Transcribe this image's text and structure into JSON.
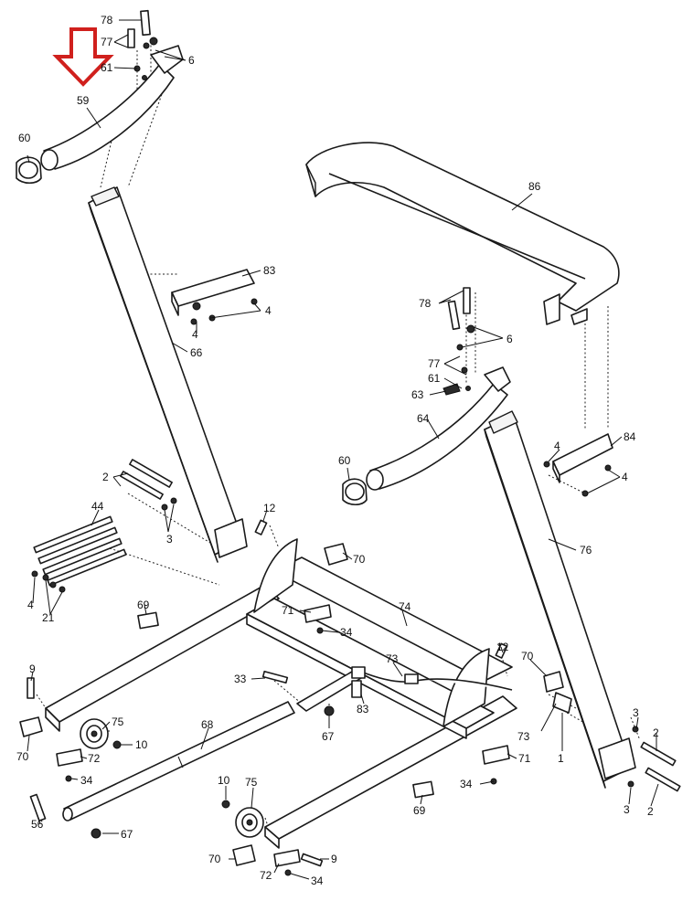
{
  "callouts": {
    "c78a": "78",
    "c77a": "77",
    "c61a": "61",
    "c6a": "6",
    "c59": "59",
    "c60a": "60",
    "c86": "86",
    "c83a": "83",
    "c4a": "4",
    "c4b": "4",
    "c66": "66",
    "c78b": "78",
    "c6b": "6",
    "c77b": "77",
    "c61b": "61",
    "c63": "63",
    "c64": "64",
    "c60b": "60",
    "c84": "84",
    "c4c": "4",
    "c4d": "4",
    "c76": "76",
    "c2a": "2",
    "c3a": "3",
    "c44": "44",
    "c12a": "12",
    "c70a": "70",
    "c4e": "4",
    "c21": "21",
    "c69a": "69",
    "c71a": "71",
    "c34a": "34",
    "c74": "74",
    "c9a": "9",
    "c33": "33",
    "c73a": "73",
    "c83b": "83",
    "c12b": "12",
    "c70b": "70",
    "c75a": "75",
    "c10a": "10",
    "c68": "68",
    "c67a": "67",
    "c70c": "70",
    "c72a": "72",
    "c34b": "34",
    "c73b": "73",
    "c1": "1",
    "c3b": "3",
    "c2b": "2",
    "c71b": "71",
    "c34c": "34",
    "c56": "56",
    "c67b": "67",
    "c10b": "10",
    "c75b": "75",
    "c69b": "69",
    "c3c": "3",
    "c2c": "2",
    "c70d": "70",
    "c9b": "9",
    "c72b": "72",
    "c34d": "34"
  },
  "highlight": {
    "color": "#d0201d",
    "target_part": "59"
  }
}
